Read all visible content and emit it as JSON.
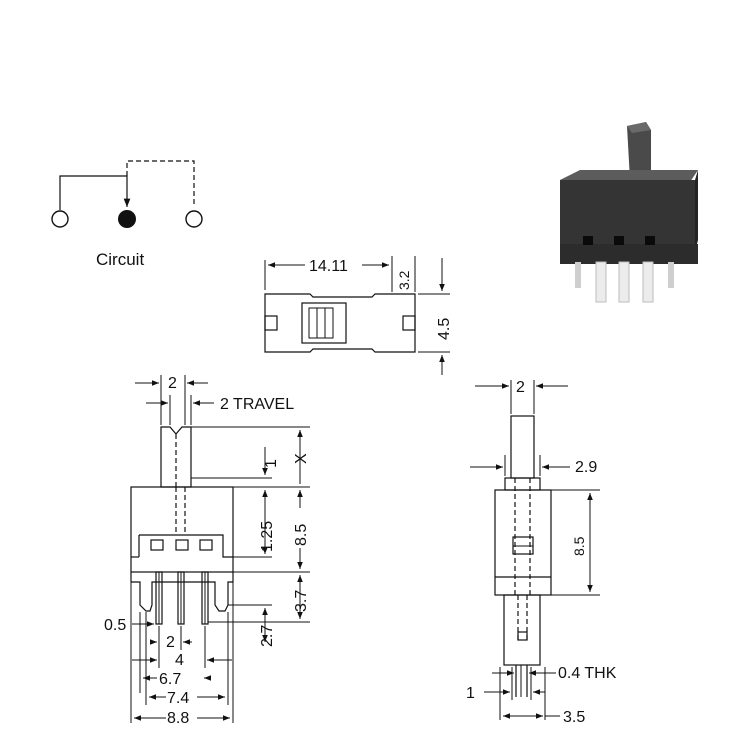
{
  "circuit": {
    "label": "Circuit"
  },
  "top_view": {
    "width_label": "14.11",
    "edge_label": "3.2",
    "height_label": "4.5"
  },
  "front_view": {
    "actuator_width": "2",
    "travel": "2 TRAVEL",
    "actuator_height": "X",
    "actuator_offset": "1",
    "body_height": "8.5",
    "window_height": "1.25",
    "leg_height": "3.7",
    "pin_length": "2.7",
    "pin_width": "0.5",
    "pin_pitch": "2",
    "pin_span": "4",
    "span_67": "6.7",
    "span_74": "7.4",
    "span_88": "8.8"
  },
  "side_view": {
    "actuator_width": "2",
    "neck_width": "2.9",
    "body_height": "8.5",
    "pin_thickness": "0.4 THK",
    "pin_width": "1",
    "body_depth": "3.5"
  },
  "colors": {
    "line": "#111111",
    "body_photo": "#3a3a3a",
    "pin_photo": "#e8e8e8"
  }
}
